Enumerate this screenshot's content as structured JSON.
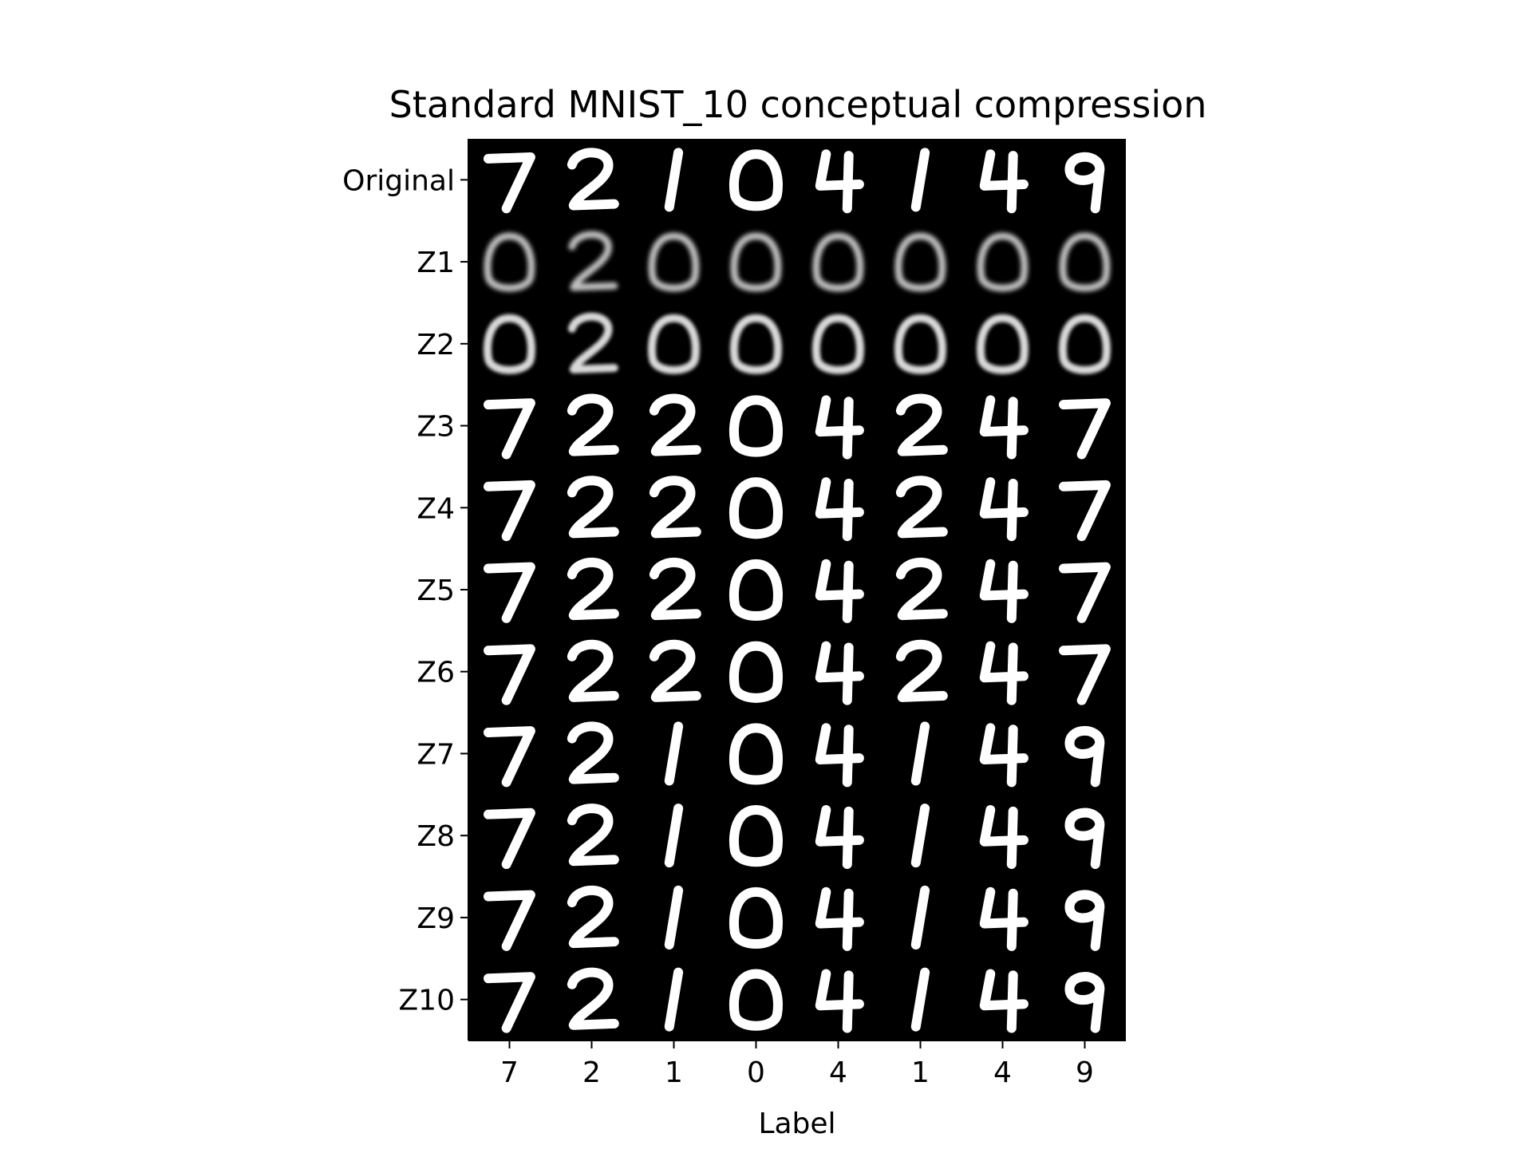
{
  "chart_data": {
    "type": "image_grid",
    "title": "Standard MNIST_10 conceptual compression",
    "xlabel": "Label",
    "ylabel": "",
    "rows": [
      "Original",
      "Z1",
      "Z2",
      "Z3",
      "Z4",
      "Z5",
      "Z6",
      "Z7",
      "Z8",
      "Z9",
      "Z10"
    ],
    "columns": [
      "7",
      "2",
      "1",
      "0",
      "4",
      "1",
      "4",
      "9"
    ],
    "grid": false,
    "background_color": "#000000",
    "foreground_color": "#ffffff"
  }
}
